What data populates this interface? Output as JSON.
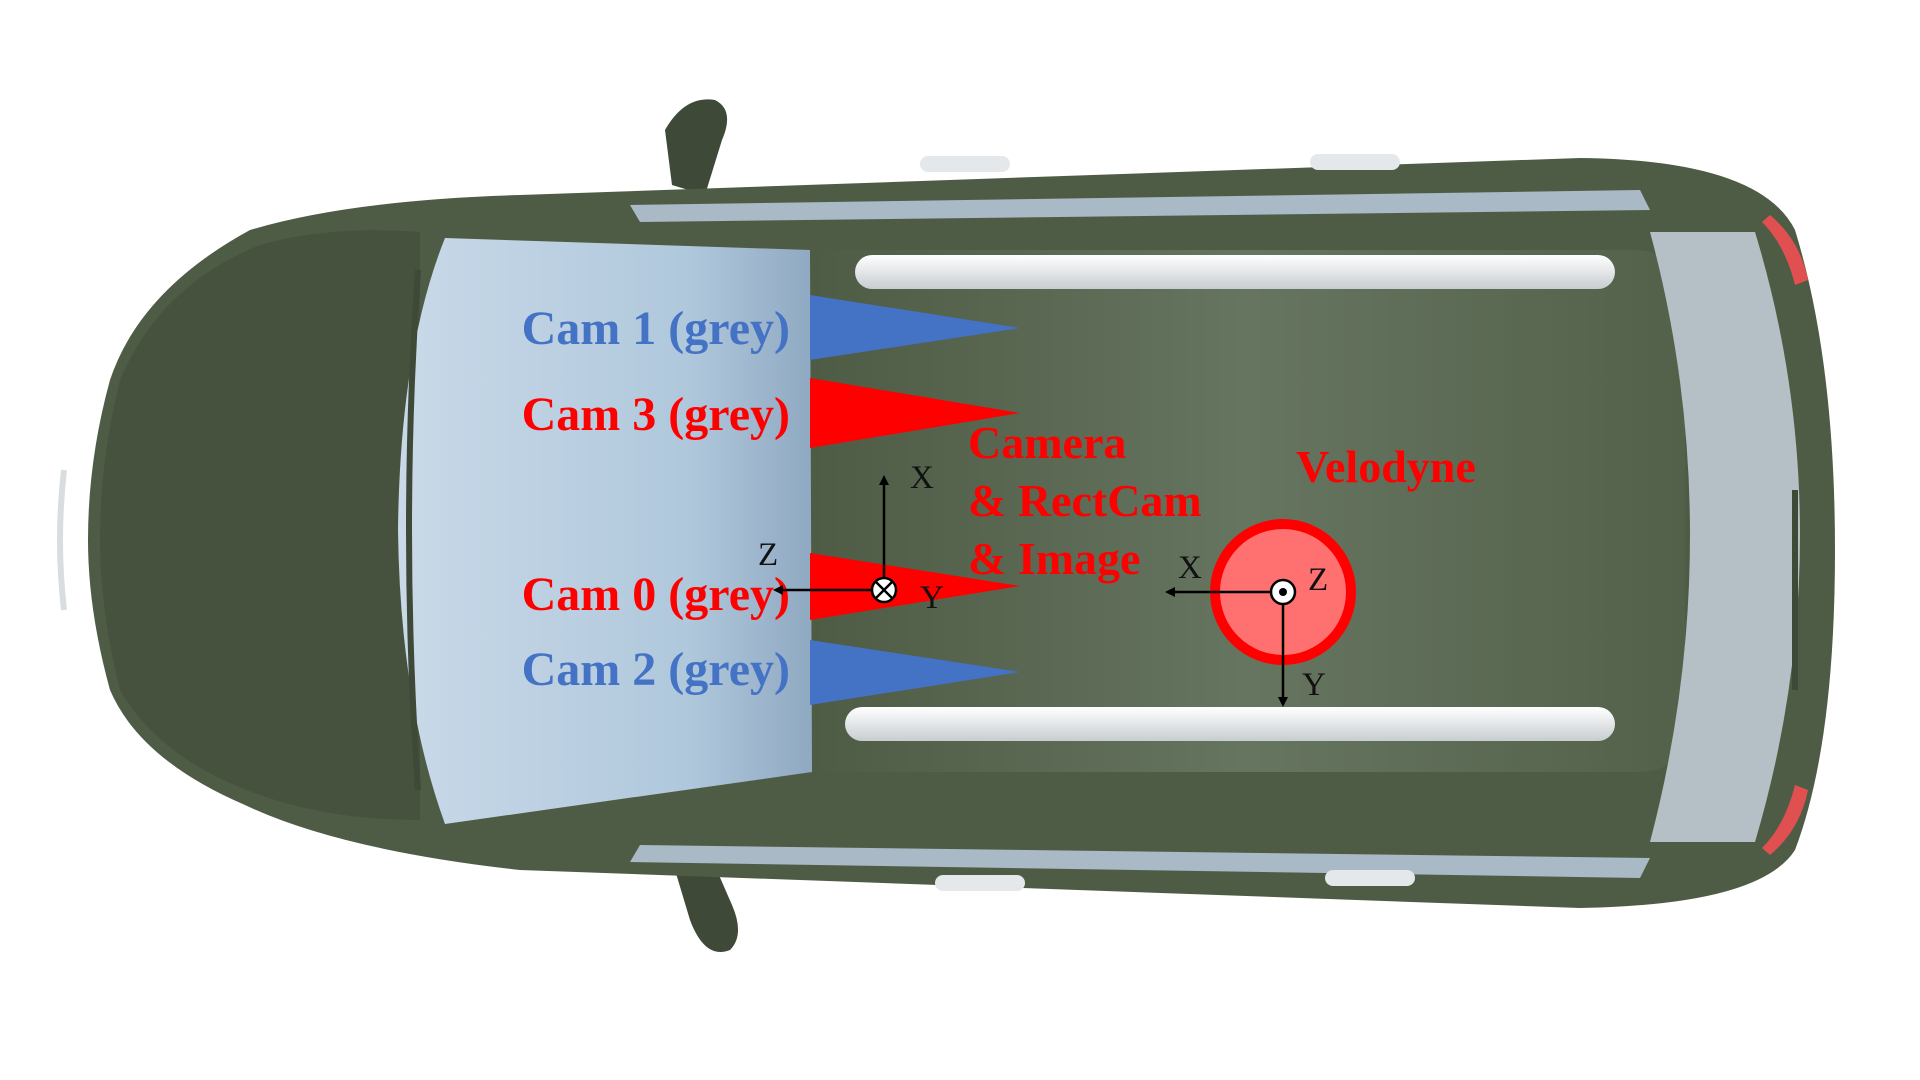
{
  "colors": {
    "car_body": "#4f5c45",
    "roof": "#5d6b52",
    "glass": "#c2d3e2",
    "blue": "#4472c4",
    "red": "#ff0000",
    "lidar_fill": "#ff7070",
    "axis": "#000000"
  },
  "cameras": [
    {
      "label": "Cam 1 (grey)",
      "color": "blue"
    },
    {
      "label": "Cam 3 (grey)",
      "color": "red"
    },
    {
      "label": "Cam 0 (grey)",
      "color": "red"
    },
    {
      "label": "Cam 2 (grey)",
      "color": "blue"
    }
  ],
  "camera_frame": {
    "lines": [
      "Camera",
      "& RectCam",
      "& Image"
    ],
    "axes": {
      "x": "X",
      "y": "Y",
      "z": "Z"
    }
  },
  "velodyne": {
    "label": "Velodyne",
    "axes": {
      "x": "X",
      "y": "Y",
      "z": "Z"
    }
  }
}
